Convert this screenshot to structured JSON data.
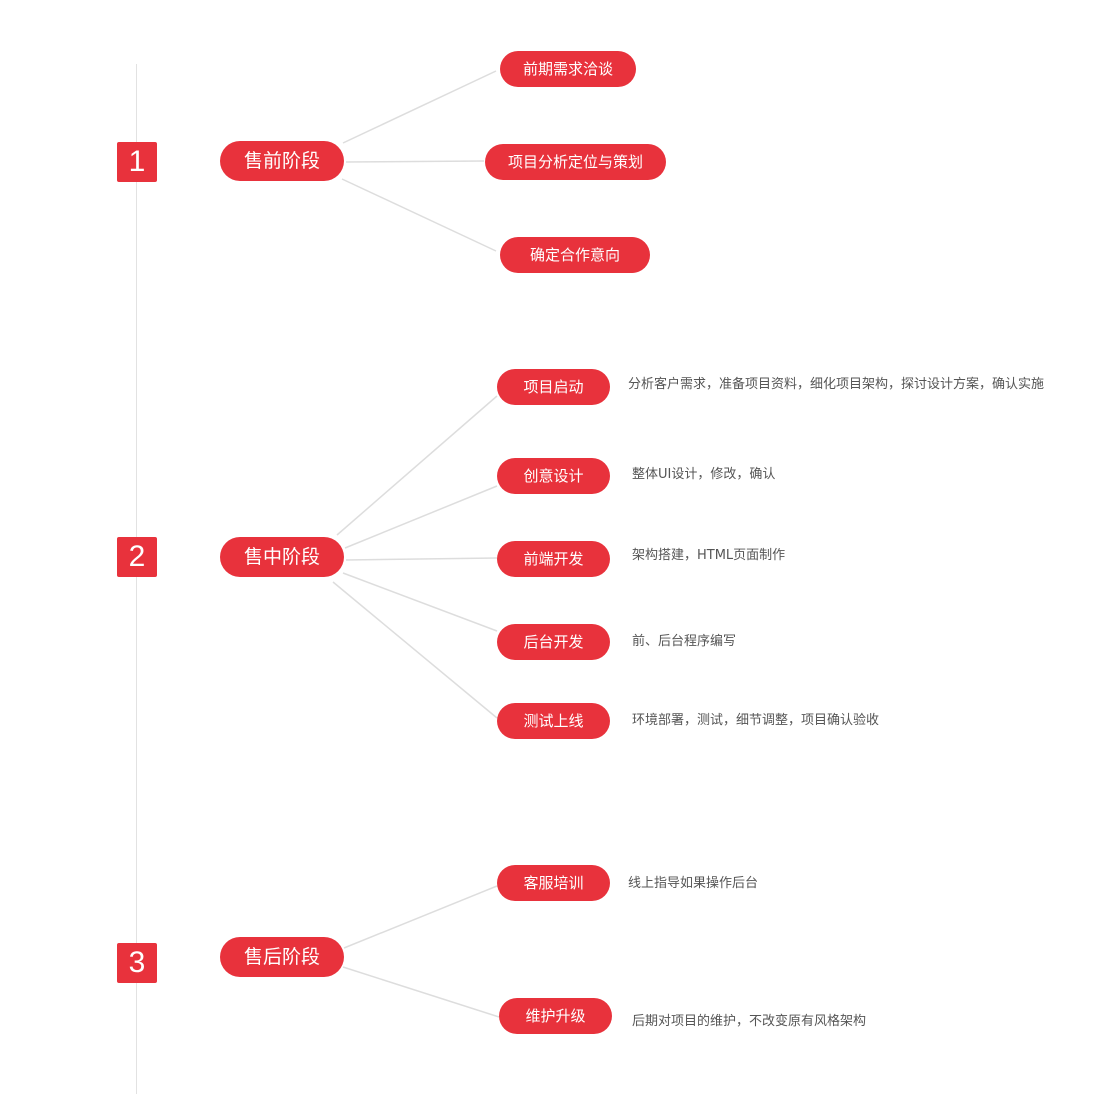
{
  "colors": {
    "accent": "#e8323c",
    "line": "#dddddd",
    "text": "#555555"
  },
  "phases": [
    {
      "number": "1",
      "stage": "售前阶段",
      "steps": [
        {
          "label": "前期需求洽谈",
          "desc": ""
        },
        {
          "label": "项目分析定位与策划",
          "desc": ""
        },
        {
          "label": "确定合作意向",
          "desc": ""
        }
      ]
    },
    {
      "number": "2",
      "stage": "售中阶段",
      "steps": [
        {
          "label": "项目启动",
          "desc": "分析客户需求，准备项目资料，细化项目架构，探讨设计方案，确认实施"
        },
        {
          "label": "创意设计",
          "desc": "整体UI设计，修改，确认"
        },
        {
          "label": "前端开发",
          "desc": "架构搭建，HTML页面制作"
        },
        {
          "label": "后台开发",
          "desc": "前、后台程序编写"
        },
        {
          "label": "测试上线",
          "desc": "环境部署，测试，细节调整，项目确认验收"
        }
      ]
    },
    {
      "number": "3",
      "stage": "售后阶段",
      "steps": [
        {
          "label": "客服培训",
          "desc": "线上指导如果操作后台"
        },
        {
          "label": "维护升级",
          "desc": "后期对项目的维护，不改变原有风格架构"
        }
      ]
    }
  ]
}
